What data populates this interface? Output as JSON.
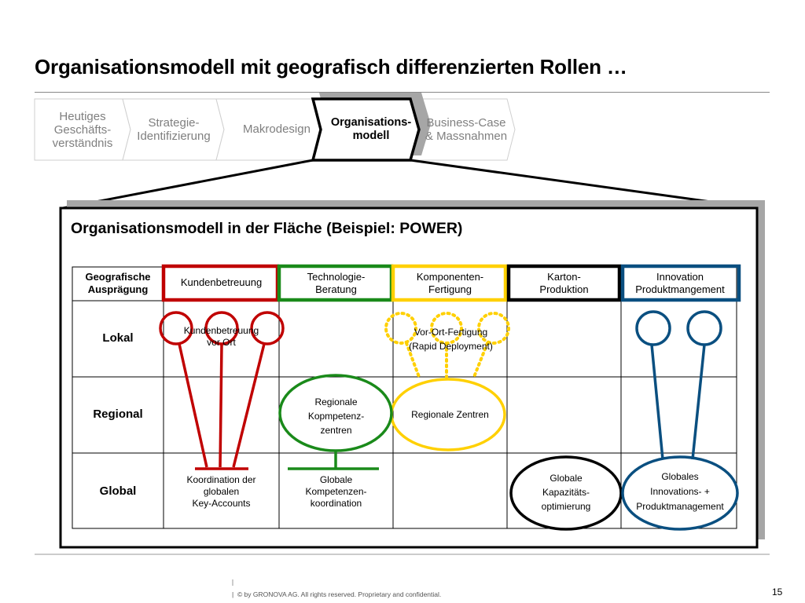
{
  "slide": {
    "title": "Organisationsmodell mit geografisch differenzierten Rollen …",
    "page_number": "15",
    "footer_text": "© by GRONOVA AG. All rights reserved. Proprietary and confidential."
  },
  "process": {
    "steps": [
      {
        "label": "Heutiges\nGeschäfts-\nverständnis",
        "active": false
      },
      {
        "label": "Strategie-\nIdentifizierung",
        "active": false
      },
      {
        "label": "Makrodesign",
        "active": false
      },
      {
        "label": "Organisations-\nmodell",
        "active": true
      },
      {
        "label": "Business-Case\n& Massnahmen",
        "active": false
      }
    ]
  },
  "panel": {
    "subtitle": "Organisationsmodell in der Fläche (Beispiel: POWER)",
    "corner_header": "Geografische\nAusprägung",
    "columns": [
      {
        "label": "Kundenbetreuung",
        "color": "#c00000"
      },
      {
        "label": "Technologie-\nBeratung",
        "color": "#1a8a1a"
      },
      {
        "label": "Komponenten-\nFertigung",
        "color": "#ffd000"
      },
      {
        "label": "Karton-\nProduktion",
        "color": "#000000"
      },
      {
        "label": "Innovation\nProduktmangement",
        "color": "#0a4f80"
      }
    ],
    "rows": [
      "Lokal",
      "Regional",
      "Global"
    ],
    "cells": {
      "lokal_kunden": "Kundenbetreuung\nvor Ort",
      "lokal_komponenten": "Vor-Ort-Fertigung\n(Rapid Deployment)",
      "regional_technologie": "Regionale\nKopmpetenz-\nzentren",
      "regional_komponenten": "Regionale Zentren",
      "global_kunden": "Koordination der\nglobalen\nKey-Accounts",
      "global_technologie": "Globale\nKompetenzen-\nkoordination",
      "global_karton": "Globale\nKapazitäts-\noptimierung",
      "global_innovation": "Globales\nInnovations- +\nProduktmanagement"
    }
  },
  "colors": {
    "red": "#c00000",
    "green": "#1a8a1a",
    "yellow": "#ffd000",
    "blue": "#0a4f80",
    "shadow": "#a6a6a6",
    "grey_text": "#7f7f7f"
  }
}
